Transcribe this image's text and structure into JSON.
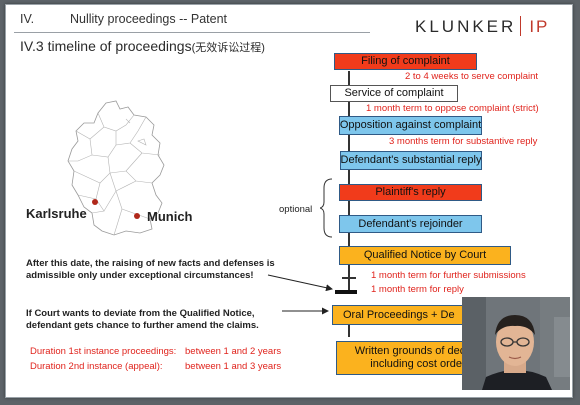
{
  "header": {
    "section_number": "IV.",
    "section_title": "Nullity proceedings -- Patent",
    "subsection_number": "IV.3",
    "subsection_title": "timeline of proceedings",
    "subsection_title_cn": "(无效诉讼过程)"
  },
  "logo": {
    "name": "KLUNKER",
    "suffix": "IP"
  },
  "map": {
    "cities": [
      {
        "name": "Karlsruhe"
      },
      {
        "name": "Munich"
      }
    ]
  },
  "timeline": {
    "steps": [
      {
        "label": "Filing of complaint",
        "color": "#f13b1b"
      },
      {
        "label": "Service of complaint",
        "color": "#ffffff"
      },
      {
        "label": "Opposition against complaint",
        "color": "#7ec6ec"
      },
      {
        "label": "Defendant's substantial reply",
        "color": "#7ec6ec"
      },
      {
        "label": "Plaintiff's reply",
        "color": "#f13b1b"
      },
      {
        "label": "Defendant's rejoinder",
        "color": "#7ec6ec"
      },
      {
        "label": "Qualified Notice by Court",
        "color": "#fbb21e"
      },
      {
        "label": "Oral Proceedings + De",
        "color": "#fbb21e"
      },
      {
        "label_line1": "Written grounds of dec",
        "label_line2": "including cost order",
        "color": "#fbb21e"
      }
    ],
    "notes": [
      "2 to 4 weeks to serve complaint",
      "1 month term to oppose complaint (strict)",
      "3 months term for substantive reply",
      "1 month term for further submissions",
      "1 month term for reply"
    ],
    "optional_label": "optional"
  },
  "annotations": {
    "new_facts": "After this date, the raising of new facts and defenses is admissible only under exceptional circumstances!",
    "deviate": "If Court wants to deviate from the Qualified Notice, defendant gets chance to further amend the claims."
  },
  "durations": [
    {
      "label": "Duration 1st instance proceedings:",
      "value": "between 1 and 2 years"
    },
    {
      "label": "Duration 2nd instance (appeal):",
      "value": "between 1 and 3 years"
    }
  ],
  "colors": {
    "accent_red": "#c0392b",
    "note_red": "#e0231c",
    "box_blue": "#7ec6ec",
    "box_red": "#f13b1b",
    "box_orange": "#fbb21e"
  }
}
